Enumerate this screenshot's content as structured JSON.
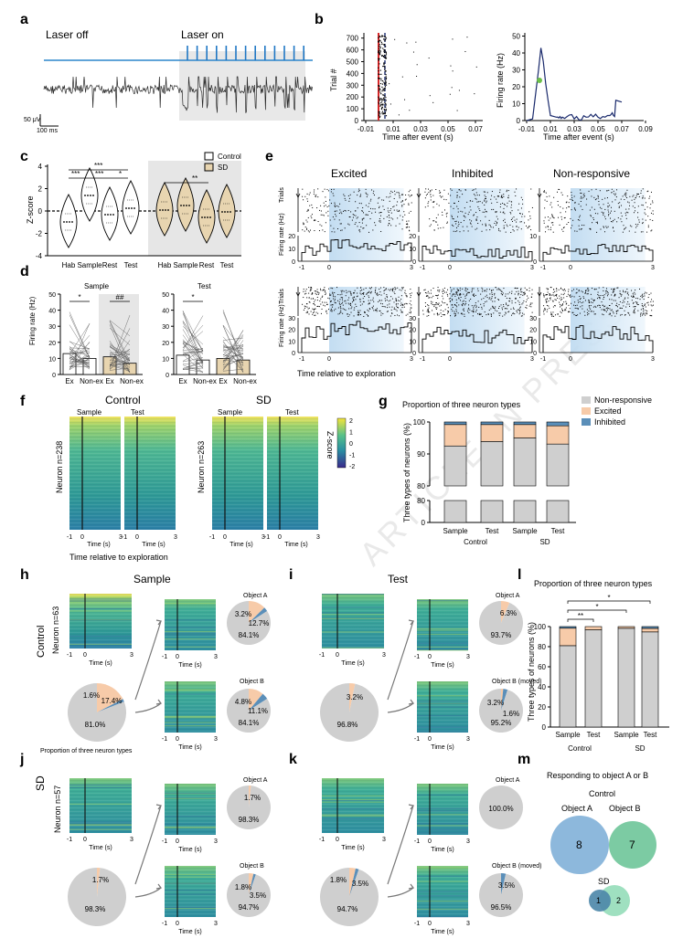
{
  "figure": {
    "panel_letters": [
      "a",
      "b",
      "c",
      "d",
      "e",
      "f",
      "g",
      "h",
      "i",
      "j",
      "k",
      "l",
      "m"
    ],
    "watermark": "ARTICLE IN PRESS",
    "colors": {
      "control": "#ffffff",
      "sd": "#e8d5b0",
      "excited": "#f7cba9",
      "inhibited": "#5b8fb9",
      "nonresponsive": "#cfcfcf",
      "laser": "#1f77c4",
      "red": "#d62728",
      "navy": "#1a2a6c",
      "shade": "#e6e6e6"
    }
  },
  "panel_a": {
    "laser_off": "Laser off",
    "laser_on": "Laser on",
    "scale_v": "50 μV",
    "scale_t": "100 ms"
  },
  "panel_b": {
    "raster": {
      "ylabel": "Trial #",
      "xlabel": "Time after event (s)",
      "yticks": [
        "0",
        "100",
        "200",
        "300",
        "400",
        "500",
        "600",
        "700"
      ],
      "xticks": [
        "-0.01",
        "0.01",
        "0.03",
        "0.05",
        "0.07"
      ]
    },
    "psth": {
      "ylabel": "Firing rate (Hz)",
      "xlabel": "Time after event (s)",
      "yticks": [
        "0",
        "10",
        "20",
        "30",
        "40",
        "50"
      ],
      "xticks": [
        "-0.01",
        "0.01",
        "0.03",
        "0.05",
        "0.07",
        "0.09"
      ]
    },
    "chart_data": {
      "type": "line",
      "x": [
        -0.01,
        -0.005,
        0.0,
        0.002,
        0.004,
        0.006,
        0.008,
        0.01,
        0.015,
        0.02,
        0.03,
        0.04,
        0.05,
        0.06,
        0.065,
        0.07
      ],
      "values": [
        0,
        1,
        30,
        43,
        35,
        22,
        12,
        3,
        2,
        2,
        1,
        2,
        2,
        3,
        12,
        11
      ],
      "xlim": [
        -0.01,
        0.09
      ],
      "ylim": [
        0,
        50
      ]
    }
  },
  "panel_c": {
    "ylabel": "Z-score",
    "yticks": [
      "-4",
      "-2",
      "0",
      "2",
      "4"
    ],
    "groups_control": [
      "Hab",
      "Sample",
      "Rest",
      "Test"
    ],
    "groups_sd": [
      "Hab",
      "Sample",
      "Rest",
      "Test"
    ],
    "legend": [
      "Control",
      "SD"
    ],
    "stars": [
      "***",
      "***",
      "***",
      "*",
      "**"
    ]
  },
  "panel_d": {
    "titles": [
      "Sample",
      "Test"
    ],
    "ylabel": "Firing rate (Hz)",
    "yticks": [
      "0",
      "10",
      "20",
      "30",
      "40",
      "50"
    ],
    "xlabels": [
      "Ex",
      "Non-ex",
      "Ex",
      "Non-ex"
    ],
    "sig": [
      "*",
      "##",
      "*"
    ],
    "chart_data": [
      {
        "type": "bar",
        "title": "Sample",
        "categories": [
          "Ex",
          "Non-ex",
          "Ex",
          "Non-ex"
        ],
        "values": [
          13,
          10,
          11,
          7
        ],
        "ylim": [
          0,
          50
        ]
      },
      {
        "type": "bar",
        "title": "Test",
        "categories": [
          "Ex",
          "Non-ex",
          "Ex",
          "Non-ex"
        ],
        "values": [
          12,
          9,
          10,
          9
        ],
        "ylim": [
          0,
          50
        ]
      }
    ]
  },
  "panel_e": {
    "columns": [
      "Excited",
      "Inhibited",
      "Non-responsive"
    ],
    "trials_label": "Trials",
    "fr_label": "Firing rate (Hz)",
    "xticks": [
      "-1",
      "0",
      "3"
    ],
    "xlabel": "Time relative to exploration",
    "yticks_top": [
      [
        "0",
        "10",
        "20"
      ],
      [
        "0",
        "10",
        "20"
      ],
      [
        "0",
        "10"
      ]
    ],
    "yticks_bot": [
      "0",
      "10",
      "20",
      "30"
    ]
  },
  "panel_f": {
    "control": "Control",
    "sd": "SD",
    "sample": "Sample",
    "test": "Test",
    "neuron_control": "Neuron n=238",
    "neuron_sd": "Neuron n=263",
    "xticks": [
      "-1",
      "0",
      "3"
    ],
    "time": "Time (s)",
    "xlabel": "Time relative to exploration",
    "cbar_label": "Z-score",
    "cbar_ticks": [
      "2",
      "1",
      "0",
      "-1",
      "-2"
    ]
  },
  "panel_g": {
    "title": "Proportion of three neuron types",
    "ylabel": "Three types of neurons (%)",
    "legend": [
      "Non-responsive",
      "Excited",
      "Inhibited"
    ],
    "yticks_top": [
      "80",
      "90",
      "100"
    ],
    "yticks_bot": [
      "0",
      "80"
    ],
    "categories": [
      "Sample",
      "Test",
      "Sample",
      "Test"
    ],
    "groups": [
      "Control",
      "SD"
    ],
    "chart_data": {
      "type": "bar",
      "categories": [
        "Sample",
        "Test",
        "Sample",
        "Test"
      ],
      "series": [
        {
          "name": "Non-responsive",
          "values": [
            92.5,
            93.9,
            95.0,
            93.1
          ]
        },
        {
          "name": "Excited",
          "values": [
            6.7,
            5.3,
            4.2,
            5.7
          ]
        },
        {
          "name": "Inhibited",
          "values": [
            0.8,
            0.8,
            0.8,
            1.2
          ]
        }
      ],
      "ylim": [
        0,
        100
      ]
    }
  },
  "panel_h": {
    "title": "Sample",
    "control": "Control",
    "neuron": "Neuron n=63",
    "time": "Time (s)",
    "xticks": [
      "-1",
      "0",
      "3"
    ],
    "obj_a": "Object A",
    "obj_b": "Object B",
    "big_pie": [
      "1.6%",
      "17.4%",
      "81.0%"
    ],
    "pie_a": [
      "3.2%",
      "12.7%",
      "84.1%"
    ],
    "pie_b": [
      "4.8%",
      "11.1%",
      "84.1%"
    ],
    "caption": "Proportion of three neuron types"
  },
  "panel_i": {
    "title": "Test",
    "time": "Time (s)",
    "xticks": [
      "-1",
      "0",
      "3"
    ],
    "obj_a": "Object A",
    "obj_b": "Object B (moved)",
    "big_pie": [
      "3.2%",
      "96.8%"
    ],
    "pie_a": [
      "6.3%",
      "93.7%"
    ],
    "pie_b": [
      "3.2%",
      "1.6%",
      "95.2%"
    ]
  },
  "panel_j": {
    "sd": "SD",
    "neuron": "Neuron n=57",
    "time": "Time (s)",
    "xticks": [
      "-1",
      "0",
      "3"
    ],
    "obj_a": "Object A",
    "obj_b": "Object B",
    "big_pie": [
      "1.7%",
      "98.3%"
    ],
    "pie_a": [
      "1.7%",
      "98.3%"
    ],
    "pie_b": [
      "1.8%",
      "3.5%",
      "94.7%"
    ]
  },
  "panel_k": {
    "time": "Time (s)",
    "xticks": [
      "-1",
      "0",
      "3"
    ],
    "obj_a": "Object A",
    "obj_b": "Object B (moved)",
    "big_pie": [
      "1.8%",
      "3.5%",
      "94.7%"
    ],
    "pie_a": [
      "100.0%"
    ],
    "pie_b": [
      "3.5%",
      "96.5%"
    ]
  },
  "panel_l": {
    "title": "Proportion of three neuron types",
    "ylabel": "Three types of neurons (%)",
    "yticks": [
      "0",
      "20",
      "40",
      "60",
      "80",
      "100"
    ],
    "categories": [
      "Sample",
      "Test",
      "Sample",
      "Test"
    ],
    "groups": [
      "Control",
      "SD"
    ],
    "sig": [
      "**",
      "*",
      "*"
    ],
    "chart_data": {
      "type": "bar",
      "categories": [
        "Sample",
        "Test",
        "Sample",
        "Test"
      ],
      "series": [
        {
          "name": "Non-responsive",
          "values": [
            81.0,
            96.8,
            98.3,
            94.7
          ]
        },
        {
          "name": "Excited",
          "values": [
            17.4,
            3.2,
            1.7,
            3.5
          ]
        },
        {
          "name": "Inhibited",
          "values": [
            1.6,
            0,
            0,
            1.8
          ]
        }
      ],
      "ylim": [
        0,
        100
      ]
    }
  },
  "panel_m": {
    "title": "Responding to object A or B",
    "control": "Control",
    "obj_a": "Object A",
    "obj_b": "Object B",
    "val_a": "8",
    "val_b": "7",
    "sd": "SD",
    "sd_a": "1",
    "sd_b": "2"
  }
}
